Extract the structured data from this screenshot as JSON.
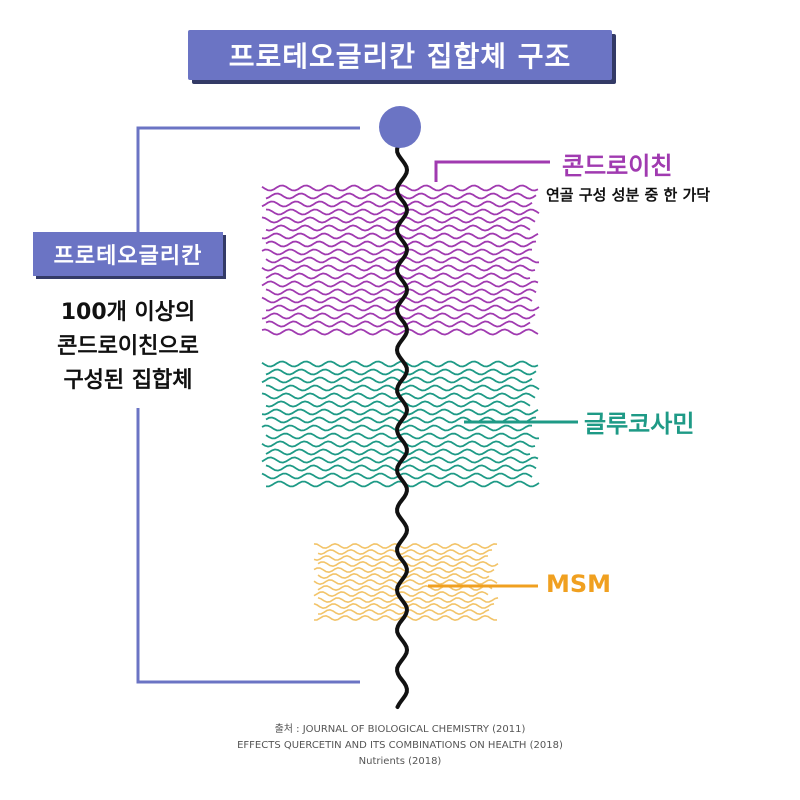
{
  "title": "프로테오글리칸 집합체 구조",
  "proteoglycan": {
    "label": "프로테오글리칸",
    "description_lines": [
      "100개 이상의",
      "콘드로이친으로",
      "구성된 집합체"
    ]
  },
  "chondroitin": {
    "label": "콘드로이친",
    "description": "연골 구성 성분 중 한 가닥"
  },
  "glucosamine": {
    "label": "글루코사민"
  },
  "msm": {
    "label": "MSM"
  },
  "sources": [
    "출처 : JOURNAL OF BIOLOGICAL CHEMISTRY (2011)",
    "EFFECTS QUERCETIN AND ITS COMBINATIONS ON HEALTH (2018)",
    "Nutrients (2018)"
  ],
  "colors": {
    "accent": "#6b74c4",
    "chondroitin": "#a03ab0",
    "glucosamine": "#1e9a86",
    "msm": "#f0a020",
    "backbone": "#111111"
  }
}
